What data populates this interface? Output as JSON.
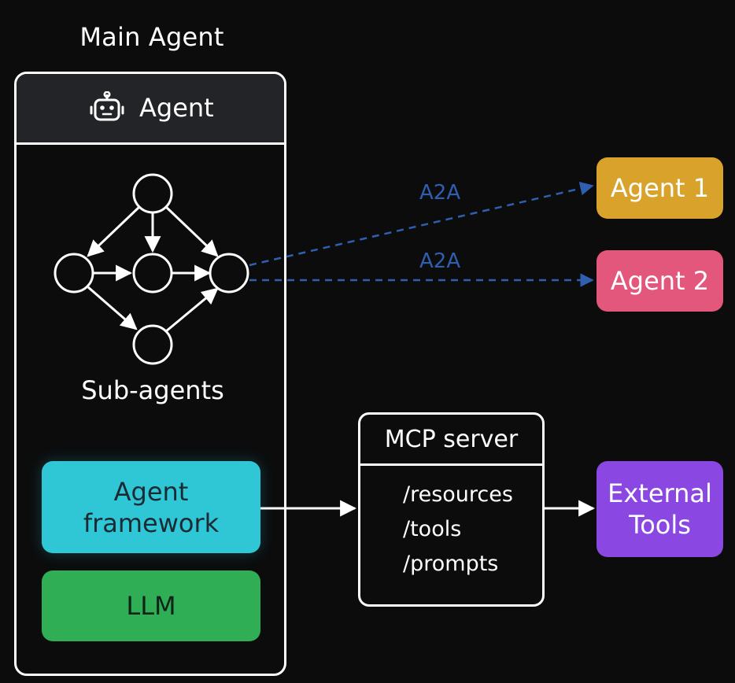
{
  "main_agent": {
    "title": "Main Agent",
    "header": {
      "icon": "robot-icon",
      "label": "Agent"
    },
    "subagents_label": "Sub-agents",
    "framework_label_line1": "Agent",
    "framework_label_line2": "framework",
    "llm_label": "LLM"
  },
  "external_agents": {
    "a2a_label_1": "A2A",
    "a2a_label_2": "A2A",
    "agent1_label": "Agent 1",
    "agent2_label": "Agent 2"
  },
  "mcp_server": {
    "title": "MCP server",
    "items": [
      "/resources",
      "/tools",
      "/prompts"
    ]
  },
  "external_tools": {
    "line1": "External",
    "line2": "Tools"
  },
  "colors": {
    "background": "#0c0c0d",
    "header_bg": "#232427",
    "framework": "#2fc6d6",
    "llm": "#2fae56",
    "agent1": "#d9a22a",
    "agent2": "#e4577c",
    "external_tools": "#8a47e2",
    "a2a_link": "#2f5fb0"
  }
}
